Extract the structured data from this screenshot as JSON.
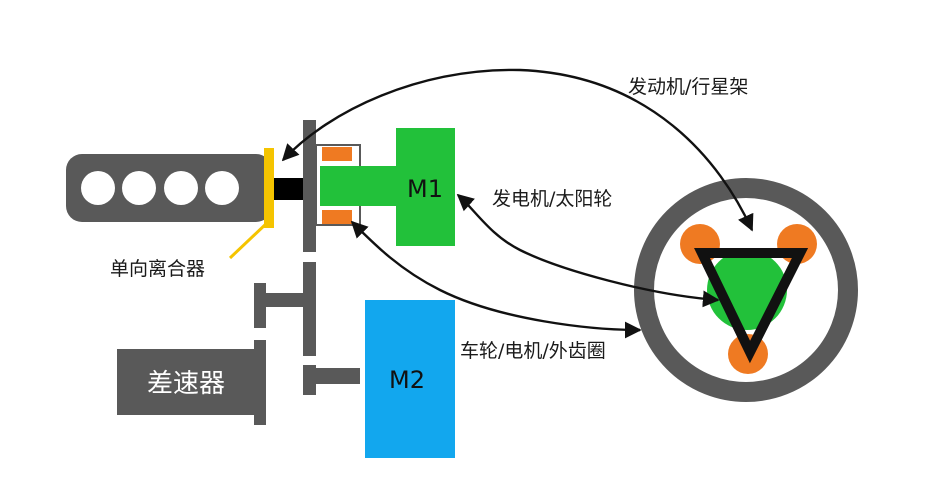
{
  "labels": {
    "engine_carrier": "发动机/行星架",
    "generator_sun": "发电机/太阳轮",
    "one_way_clutch": "单向离合器",
    "wheel_motor_ring": "车轮/电机/外齿圈",
    "differential": "差速器",
    "m1": "M1",
    "m2": "M2"
  },
  "colors": {
    "engine": "#595959",
    "clutch": "#f5c400",
    "m1": "#22c13a",
    "m2": "#12a7ee",
    "bearing": "#ef7a22",
    "shaft": "#000000",
    "ring": "#595959",
    "planet": "#ef7a22",
    "sun": "#22c13a",
    "carrier": "#111111"
  },
  "icons": {
    "engine": "engine-cylinders-icon",
    "planetary": "planetary-gear-icon"
  }
}
